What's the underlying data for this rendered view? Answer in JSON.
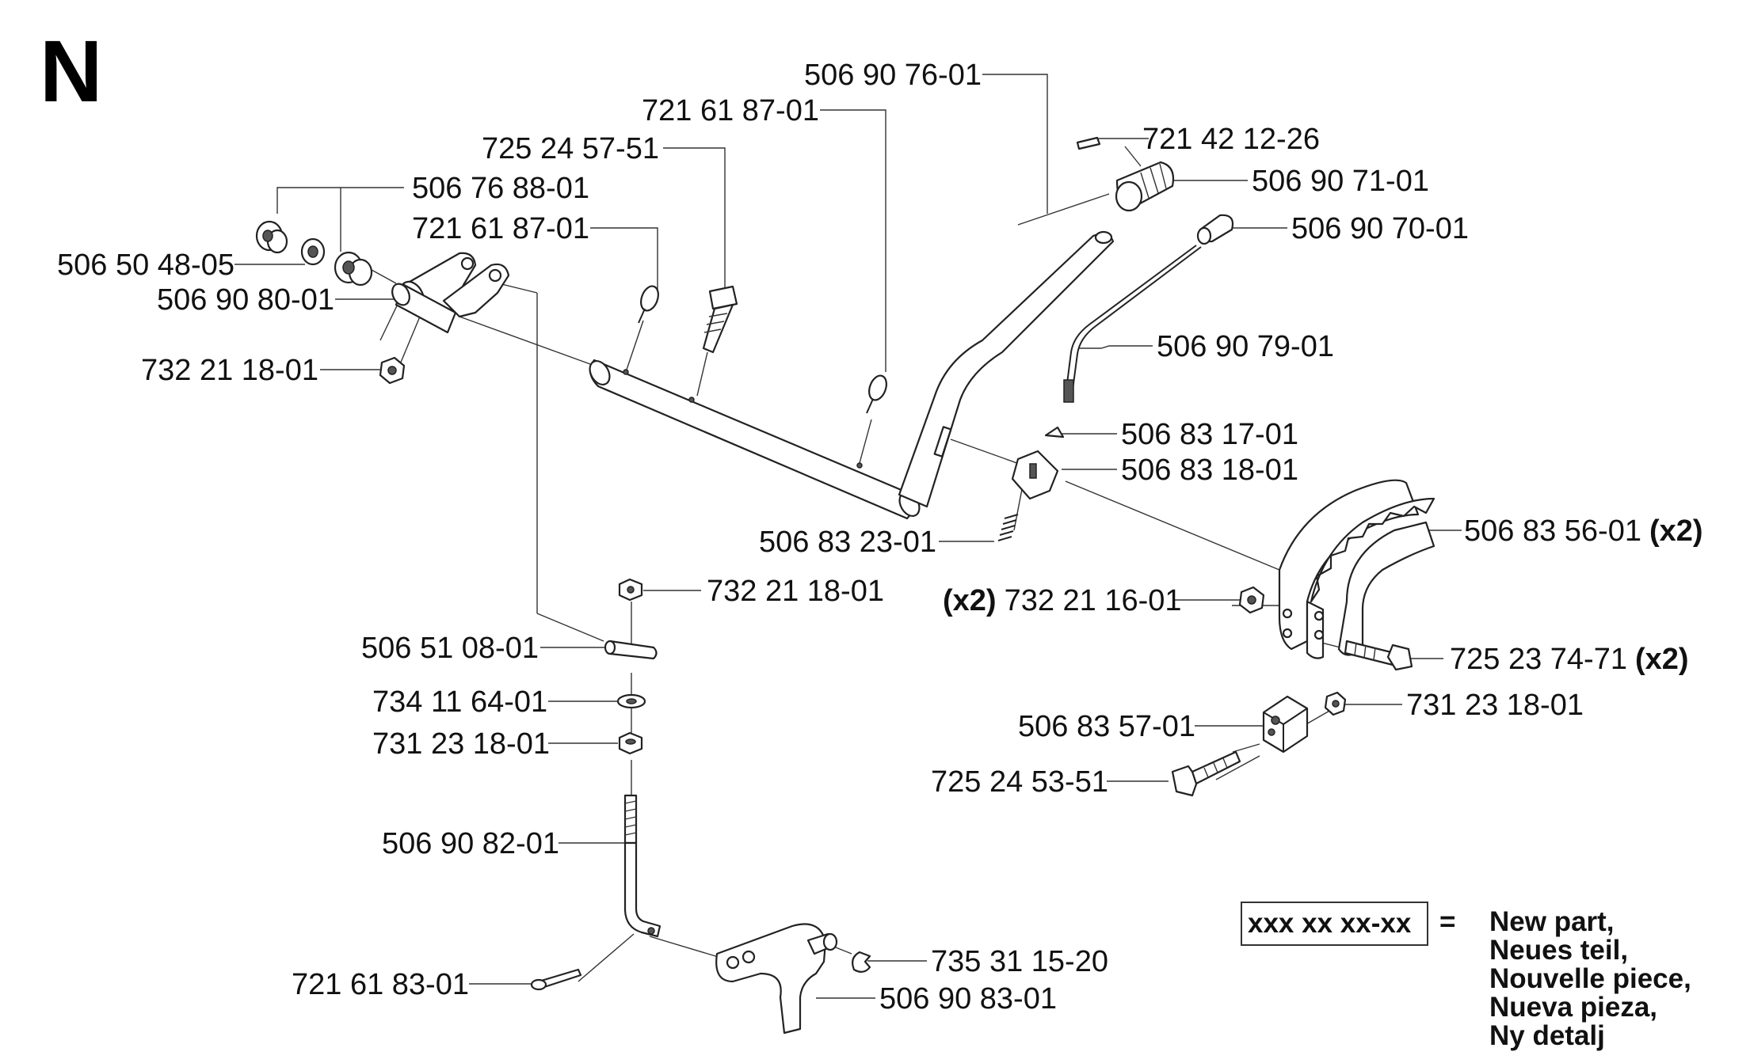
{
  "section": "N",
  "parts": {
    "p1": "506 90 76-01",
    "p2": "721 61 87-01",
    "p3": "725 24 57-51",
    "p4": "506 76 88-01",
    "p5": "721 61 87-01",
    "p6": "506 50 48-05",
    "p7": "506 90 80-01",
    "p8": "732 21 18-01",
    "p9": "721 42 12-26",
    "p10": "506 90 71-01",
    "p11": "506 90 70-01",
    "p12": "506 90 79-01",
    "p13": "506 83 17-01",
    "p14": "506 83 18-01",
    "p15": "506 83 23-01",
    "p16": "506 83 56-01",
    "p17": "732 21 16-01",
    "p18": "725 23 74-71",
    "p19": "731 23 18-01",
    "p20": "506 83 57-01",
    "p21": "725 24 53-51",
    "p22": "732 21 18-01",
    "p23": "506 51 08-01",
    "p24": "734 11 64-01",
    "p25": "731 23 18-01",
    "p26": "506 90 82-01",
    "p27": "721 61 83-01",
    "p28": "735 31 15-20",
    "p29": "506 90 83-01"
  },
  "qty_x2": "(x2)",
  "legend": {
    "code": "xxx xx xx-xx",
    "equals": "=",
    "lines": [
      "New part,",
      "Neues teil,",
      "Nouvelle piece,",
      "Nueva pieza,",
      "Ny detalj"
    ]
  }
}
